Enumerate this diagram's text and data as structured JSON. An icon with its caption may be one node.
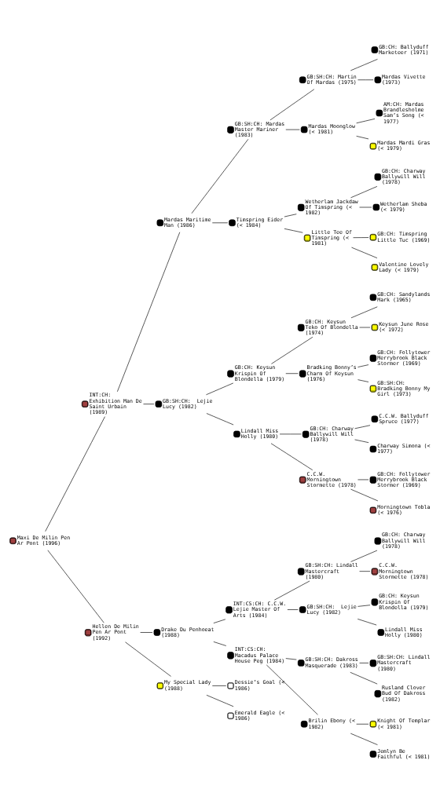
{
  "diagram": {
    "nodes": [
      {
        "text": [
          "GB:CH: Ballyduff Marketeer (1971)"
        ]
      },
      {
        "text": [
          "GB:SH:CH: Martin Of Mardas (1975)"
        ]
      },
      {
        "text": [
          "Mardas Vivette (1973)"
        ]
      },
      {
        "text": [
          "GB:SH:CH: Mardas Master Mariner (1983)"
        ]
      },
      {
        "text": [
          "AM:CH: Mardas Brandlesholme Sam’s Song (< 1977)"
        ]
      },
      {
        "text": [
          "Mardas Moonglow (< 1981)"
        ]
      },
      {
        "text": [
          "Mardas Mardi Gras (< 1979)"
        ]
      },
      {
        "text": [
          "Mardas Maritime Man (1986)"
        ]
      },
      {
        "text": [
          "GB:CH: Charway Ballywill Will (1978)"
        ]
      },
      {
        "text": [
          "Wetherlam Jackdaw Of Timspring (< 1982)"
        ]
      },
      {
        "text": [
          "Wetherlam Sheba (< 1979)"
        ]
      },
      {
        "text": [
          "Timspring Eider (< 1984)"
        ]
      },
      {
        "text": [
          "GB:CH: Timspring Little Tuc (1969)"
        ]
      },
      {
        "text": [
          "Little Tee Of Timspring (< 1981)"
        ]
      },
      {
        "text": [
          "Valentine Lovely Lady (< 1979)"
        ]
      },
      {
        "text": [
          "INT:CH:  Exhibition Man De Saint Urbain (1989)"
        ]
      },
      {
        "text": [
          "GB:CH: Sandylands Mark (1965)"
        ]
      },
      {
        "text": [
          "GB:CH: Keysun Teko Of Blondella (1974)"
        ]
      },
      {
        "text": [
          "Keysun June Rose (< 1972)"
        ]
      },
      {
        "text": [
          "GB:CH: Keysun Krispin Of Blondella (1979)"
        ]
      },
      {
        "text": [
          "GB:CH: Follytower Merrybrook Black Stormer (1969)"
        ]
      },
      {
        "text": [
          "Bradking Bonny’s Charm Of Keysun (1976)"
        ]
      },
      {
        "text": [
          "GB:SH:CH: Bradking Bonny My Girl (1973)"
        ]
      },
      {
        "text": [
          "GB:SH:CH:  Lejie Lucy (1982)"
        ]
      },
      {
        "text": [
          "C.C.W. Ballyduff Spruce (1977)"
        ]
      },
      {
        "text": [
          "GB:CH: Charway Ballywill Will (1978)"
        ]
      },
      {
        "text": [
          "Charway Simona (< 1977)"
        ]
      },
      {
        "text": [
          "Lindall Miss Holly (1980)"
        ]
      },
      {
        "text": [
          "GB:CH: Follytower Merrybrook Black Stormer (1969)"
        ]
      },
      {
        "text": [
          "C.C.W. Morningtown Stormette (1978)"
        ]
      },
      {
        "text": [
          "Morningtown Tobla (< 1976)"
        ]
      },
      {
        "text": [
          "Maxi De Milin Pen Ar Pont (1996)"
        ]
      },
      {
        "text": [
          "GB:CH: Charway Ballywill Will (1978)"
        ]
      },
      {
        "text": [
          "GB:SH:CH: Lindall Mastercraft (1980)"
        ]
      },
      {
        "text": [
          "C.C.W. Morningtown Stormette (1978)"
        ]
      },
      {
        "text": [
          "INT:CS:CH: C.C.W. Lejie Master Of Arts (1984)"
        ]
      },
      {
        "text": [
          "GB:CH: Keysun Krispin Of Blondella (1979)"
        ]
      },
      {
        "text": [
          "GB:SH:CH:  Lejie Lucy (1982)"
        ]
      },
      {
        "text": [
          "Lindall Miss Holly (1980)"
        ]
      },
      {
        "text": [
          "Drake Du Penhoeat (1988)"
        ]
      },
      {
        "text": [
          "GB:SH:CH: Lindall Mastercraft (1980)"
        ]
      },
      {
        "text": [
          "GB:SH:CH: Dakross Masquerade (1983)"
        ]
      },
      {
        "text": [
          "Rusland Clover Bud Of Dakross (1982)"
        ]
      },
      {
        "text": [
          "INT:CS:CH: Macadus Palace House Peg (1984)"
        ]
      },
      {
        "text": [
          "Knight Of Templar (< 1981)"
        ]
      },
      {
        "text": [
          "Brilin Ebony (< 1982)"
        ]
      },
      {
        "text": [
          "Jemlyn Be Faithful (< 1981)"
        ]
      },
      {
        "text": [
          "Hellen De Milin Pen Ar Pont (1992)"
        ]
      },
      {
        "text": [
          "Dessie’s Goal (< 1986)"
        ]
      },
      {
        "text": [
          "My Special Lady (1988)"
        ]
      },
      {
        "text": [
          "Emerald Eagle (< 1986)"
        ]
      }
    ],
    "edges": [
      {
        "from": 31,
        "to": 15,
        "arrow": "none"
      },
      {
        "from": 15,
        "to": 7,
        "arrow": "none"
      },
      {
        "from": 7,
        "to": 3,
        "arrow": "none"
      },
      {
        "from": 3,
        "to": 1,
        "arrow": "none"
      },
      {
        "from": 1,
        "to": 0,
        "arrow": "none"
      },
      {
        "from": 1,
        "to": 2,
        "arrow": "none"
      },
      {
        "from": 3,
        "to": 5,
        "arrow": "none"
      },
      {
        "from": 5,
        "to": 4,
        "arrow": "none"
      },
      {
        "from": 5,
        "to": 6,
        "arrow": "none"
      },
      {
        "from": 7,
        "to": 11,
        "arrow": "none"
      },
      {
        "from": 11,
        "to": 9,
        "arrow": "none"
      },
      {
        "from": 9,
        "to": 8,
        "arrow": "none"
      },
      {
        "from": 9,
        "to": 10,
        "arrow": "none"
      },
      {
        "from": 11,
        "to": 13,
        "arrow": "none"
      },
      {
        "from": 13,
        "to": 12,
        "arrow": "none"
      },
      {
        "from": 13,
        "to": 14,
        "arrow": "none"
      },
      {
        "from": 15,
        "to": 23,
        "arrow": "none"
      },
      {
        "from": 23,
        "to": 19,
        "arrow": "none"
      },
      {
        "from": 19,
        "to": 17,
        "arrow": "none"
      },
      {
        "from": 17,
        "to": 16,
        "arrow": "none"
      },
      {
        "from": 17,
        "to": 18,
        "arrow": "none"
      },
      {
        "from": 19,
        "to": 21,
        "arrow": "none"
      },
      {
        "from": 21,
        "to": 20,
        "arrow": "none"
      },
      {
        "from": 21,
        "to": 22,
        "arrow": "none"
      },
      {
        "from": 23,
        "to": 27,
        "arrow": "none"
      },
      {
        "from": 27,
        "to": 25,
        "arrow": "none"
      },
      {
        "from": 25,
        "to": 24,
        "arrow": "none"
      },
      {
        "from": 25,
        "to": 26,
        "arrow": "none"
      },
      {
        "from": 27,
        "to": 29,
        "arrow": "none"
      },
      {
        "from": 29,
        "to": 28,
        "arrow": "none"
      },
      {
        "from": 29,
        "to": 30,
        "arrow": "none"
      },
      {
        "from": 31,
        "to": 47,
        "arrow": "none"
      },
      {
        "from": 47,
        "to": 39,
        "arrow": "none"
      },
      {
        "from": 39,
        "to": 35,
        "arrow": "none"
      },
      {
        "from": 35,
        "to": 33,
        "arrow": "none"
      },
      {
        "from": 33,
        "to": 32,
        "arrow": "none"
      },
      {
        "from": 33,
        "to": 34,
        "arrow": "none"
      },
      {
        "from": 35,
        "to": 37,
        "arrow": "none"
      },
      {
        "from": 37,
        "to": 36,
        "arrow": "none"
      },
      {
        "from": 37,
        "to": 38,
        "arrow": "none"
      },
      {
        "from": 39,
        "to": 43,
        "arrow": "none"
      },
      {
        "from": 43,
        "to": 41,
        "arrow": "none"
      },
      {
        "from": 41,
        "to": 40,
        "arrow": "none"
      },
      {
        "from": 41,
        "to": 42,
        "arrow": "none"
      },
      {
        "from": 43,
        "to": 45,
        "arrow": "none"
      },
      {
        "from": 45,
        "to": 44,
        "arrow": "none"
      },
      {
        "from": 45,
        "to": 46,
        "arrow": "none"
      },
      {
        "from": 47,
        "to": 49,
        "arrow": "none"
      },
      {
        "from": 49,
        "to": 48,
        "arrow": "none"
      },
      {
        "from": 49,
        "to": 50,
        "arrow": "none"
      }
    ]
  }
}
